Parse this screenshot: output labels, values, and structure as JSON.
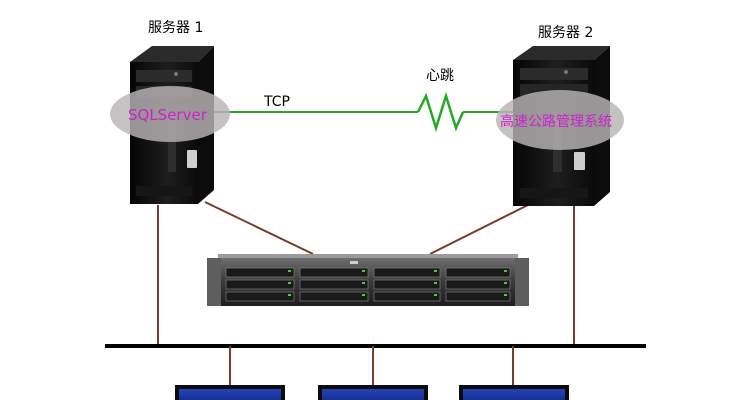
{
  "labels": {
    "server1": "服务器 1",
    "server2": "服务器 2",
    "heartbeat": "心跳",
    "tcp": "TCP",
    "sqlserver": "SQLServer",
    "system": "高速公路管理系统"
  },
  "colors": {
    "link_green": "#22aa22",
    "cable_brown": "#7a3b2e",
    "bus_black": "#000000",
    "overlay_text": "#cc22cc",
    "overlay_ellipse": "#b9b4b6",
    "server_body": "#131313",
    "monitor_blue": "#1a3a9c"
  },
  "icons": {
    "server1": "tower-server-icon",
    "server2": "tower-server-icon",
    "storage": "rack-storage-array-icon",
    "heartbeat": "zigzag-heartbeat-icon",
    "clients": "monitor-icon"
  }
}
